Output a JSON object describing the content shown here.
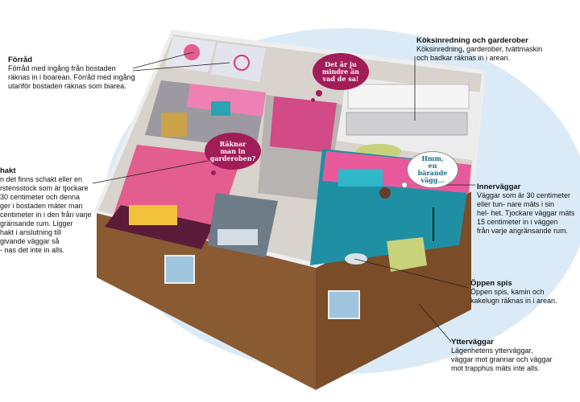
{
  "labels": {
    "forrad": {
      "heading": "Förråd",
      "lines": [
        "Förråd med ingång från bostaden",
        "räknas in i boarean. Förråd med ingång",
        "utanför bostaden räknas som biarea."
      ]
    },
    "koksinredning": {
      "heading": "Köksinredning och garderober",
      "lines": [
        "Köksinredning, garderober, tvättmaskin",
        "och badkar räknas in i arean."
      ]
    },
    "schakt": {
      "heading": "hakt",
      "lines": [
        "n det finns schakt eller en",
        "rstensstock som är tjockare",
        "30 centimeter och denna",
        "ger i bostaden mäter man",
        "centimeter in i den från varje",
        "gränsande rum. Ligger",
        "hakt i anslutning till",
        "givande väggar så",
        "- nas det inte in alls."
      ]
    },
    "innervaggar": {
      "heading": "Innerväggar",
      "lines": [
        "Väggar som är 30 centimeter",
        "eller tun- nare mäts i sin",
        "hel- het. Tjockare väggar mäts",
        "15 centimeter in i väggen",
        "från varje angränsande rum."
      ]
    },
    "oppen_spis": {
      "heading": "Öppen spis",
      "lines": [
        "Öppen spis, kamin och",
        "kakelugn räknas in i arean."
      ]
    },
    "yttervaggar": {
      "heading": "Ytterväggar",
      "lines": [
        "Lägenhetens ytterväggar,",
        "väggar mot grannar och väggar",
        "mot trapphus mäts inte alls."
      ]
    }
  },
  "bubbles": {
    "mindre": "Det är ju\nmindre än\nvad de sa!",
    "garderoben": "Räknar\nman in\ngarderoben?",
    "barande": "Hmm,\nen\nbärande\nvägg..."
  },
  "colors": {
    "floor_wood": "#b07a3e",
    "wall_pink": "#e95a9d",
    "wall_gray": "#c9c7c4",
    "teal_floor": "#1f8fa4",
    "bubble_magenta": "#a11d57",
    "sky_blue": "#dbeaf7",
    "outer_wall": "#8a5a32"
  }
}
